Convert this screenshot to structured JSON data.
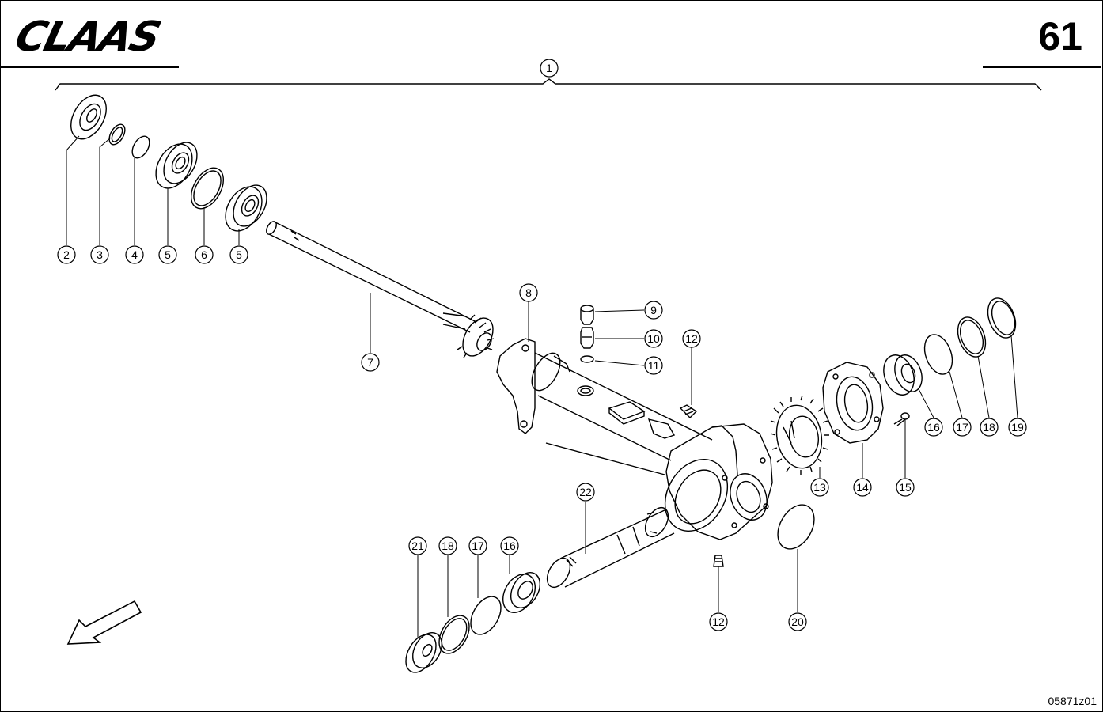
{
  "header": {
    "brand": "CLAAS",
    "page_number": "61"
  },
  "drawing_code": "05871z01",
  "callouts": [
    "1",
    "2",
    "3",
    "4",
    "5",
    "6",
    "5",
    "7",
    "8",
    "9",
    "10",
    "11",
    "12",
    "16",
    "17",
    "18",
    "19",
    "13",
    "14",
    "15",
    "22",
    "21",
    "18",
    "17",
    "16",
    "12",
    "20"
  ],
  "colors": {
    "line": "#000000",
    "background": "#ffffff"
  },
  "icons": {
    "direction": "direction-arrow-icon"
  }
}
